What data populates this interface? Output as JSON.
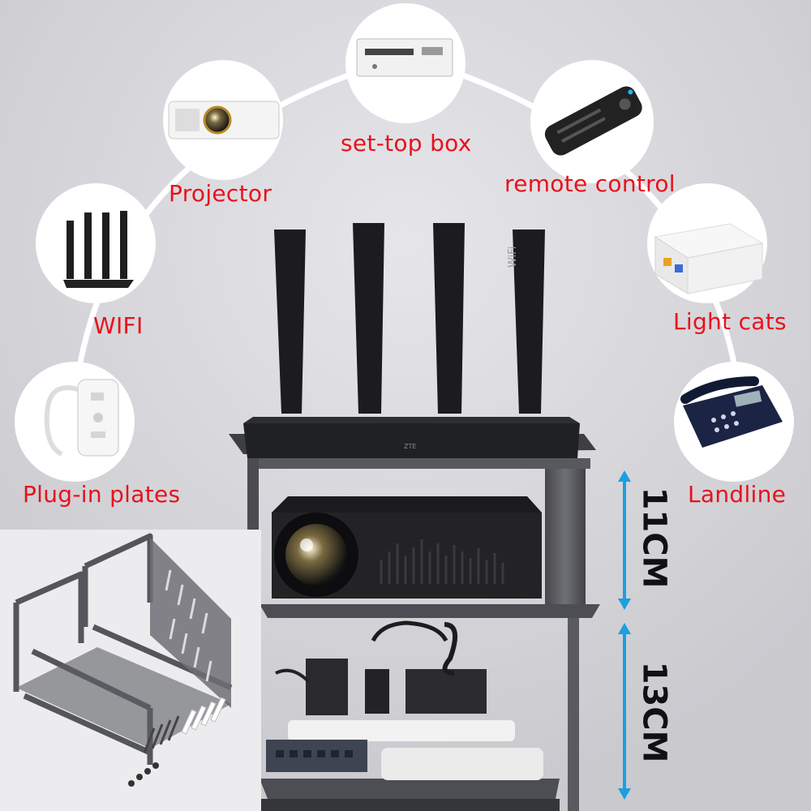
{
  "devices": [
    {
      "id": "set-top-box",
      "label": "set-top box",
      "icon": "set-top-box-icon"
    },
    {
      "id": "projector",
      "label": "Projector",
      "icon": "projector-icon"
    },
    {
      "id": "remote-control",
      "label": "remote control",
      "icon": "remote-control-icon"
    },
    {
      "id": "wifi",
      "label": "WIFI",
      "icon": "router-icon"
    },
    {
      "id": "light-cats",
      "label": "Light cats",
      "icon": "modem-icon"
    },
    {
      "id": "plug-in-plates",
      "label": "Plug-in plates",
      "icon": "power-strip-icon"
    },
    {
      "id": "landline",
      "label": "Landline",
      "icon": "telephone-icon"
    }
  ],
  "dimensions": {
    "upper_gap": "11CM",
    "lower_gap": "13CM"
  },
  "product": {
    "router_brand": "ZTE",
    "antenna_mark": "WiFi"
  },
  "colors": {
    "label_red": "#e8111c",
    "arrow_blue": "#1aa0e0",
    "rack_gray": "#4a4b4f",
    "background": "#d9d9dd"
  }
}
